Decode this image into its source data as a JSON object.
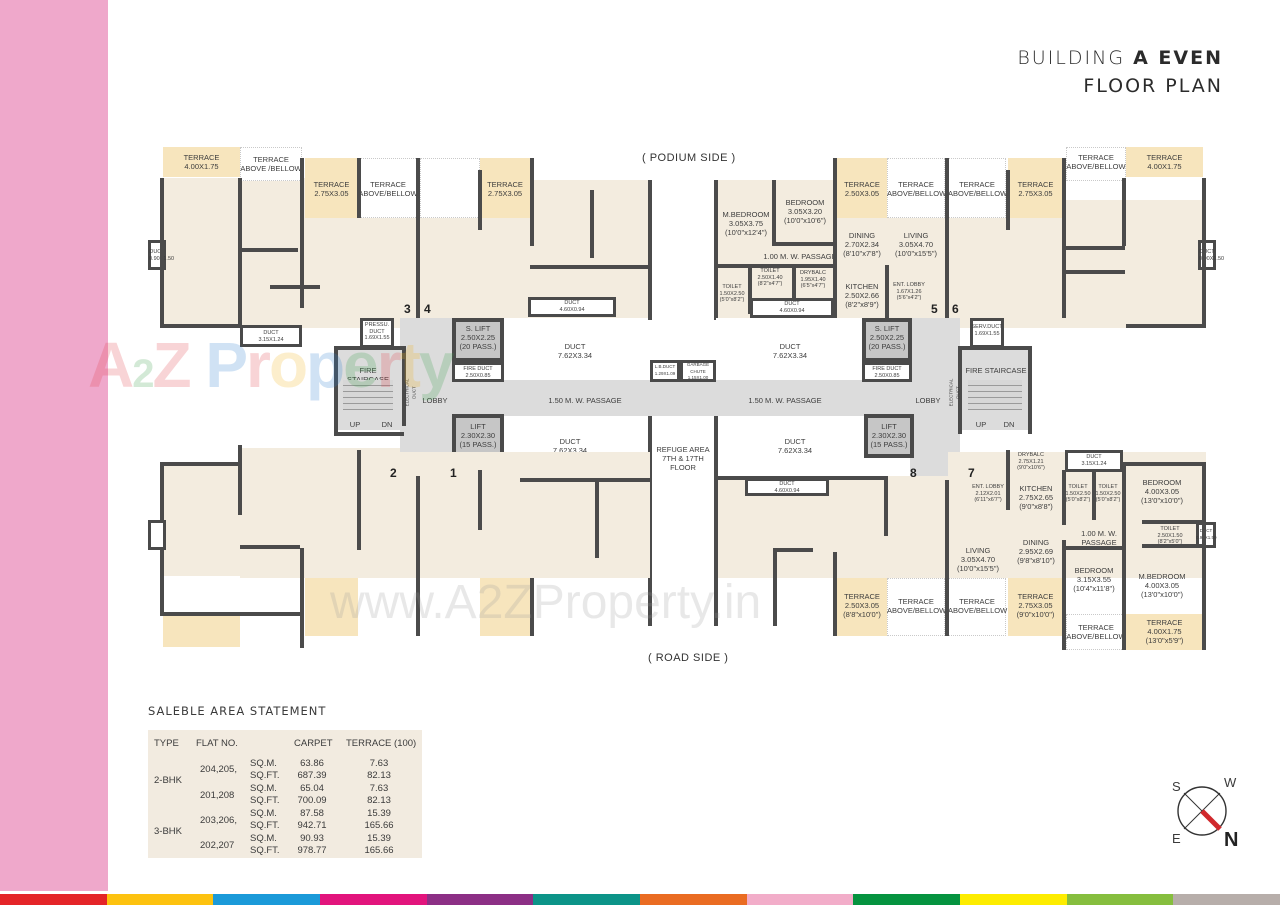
{
  "title": {
    "line1_prefix": "BUILDING ",
    "line1_bold": "A EVEN",
    "line2": "FLOOR PLAN"
  },
  "colors": {
    "sidebar": "#efa8cb",
    "floor": "#f3ecdf",
    "terrace": "#f7e5bd",
    "core": "#dcdcdc",
    "wall": "#4b4b4b",
    "strip": [
      "#e42428",
      "#fdc20f",
      "#1b9ad9",
      "#e2147c",
      "#8c2f85",
      "#0c9488",
      "#ea6c22",
      "#f2adc9",
      "#05933f",
      "#fdec00",
      "#86be3e",
      "#b7aeaa"
    ]
  },
  "plan": {
    "podium_side": "( PODIUM SIDE )",
    "road_side": "( ROAD SIDE )",
    "flat_numbers": [
      "1",
      "2",
      "3",
      "4",
      "5",
      "6",
      "7",
      "8"
    ],
    "core": {
      "lobby_left": "LOBBY",
      "lobby_right": "LOBBY",
      "passage_left": "1.50 M. W. PASSAGE",
      "passage_right": "1.50 M. W. PASSAGE",
      "s_lift_left": "S. LIFT\n2.50X2.25\n(20 PASS.)",
      "s_lift_right": "S. LIFT\n2.50X2.25\n(20 PASS.)",
      "lift_left": "LIFT\n2.30X2.30\n(15 PASS.)",
      "lift_right": "LIFT\n2.30X2.30\n(15 PASS.)",
      "fire_duct_left": "FIRE DUCT\n2.50X0.85",
      "fire_duct_right": "FIRE DUCT\n2.50X0.85",
      "fire_staircase_left": "FIRE STAIRCASE",
      "fire_staircase_right": "FIRE STAIRCASE",
      "up": "UP",
      "dn": "DN",
      "electrical_duct": "ELECTRICAL DUCT",
      "pressu_duct": "PRESSU.\nDUCT\n1.69X1.55",
      "serv_duct": "SERV.DUCT\n1.69X1.55",
      "duct_big": "DUCT\n7.62X3.34",
      "lb_duct": "L.B.DUCT\n1.29X1.09",
      "garbage_chute": "GARBAGE\nCHUTE\n1.15X1.00",
      "refuge_area": "REFUGE AREA\n7TH & 17TH FLOOR"
    },
    "flat_5_labels": {
      "m_bedroom": "M.BEDROOM\n3.05X3.75\n(10'0\"x12'4\")",
      "bedroom": "BEDROOM\n3.05X3.20\n(10'0\"x10'6\")",
      "terrace": "TERRACE\n2.50X3.05",
      "terrace_above": "TERRACE\nABOVE/BELLOW",
      "dining": "DINING\n2.70X2.34\n(8'10\"x7'8\")",
      "living": "LIVING\n3.05X4.70\n(10'0\"x15'5\")",
      "passage": "1.00 M. W. PASSAGE",
      "toilet1": "TOILET\n1.50X2.50\n(5'0\"x8'2\")",
      "toilet2": "TOILET\n2.50X1.40\n(8'2\"x4'7\")",
      "drybalc": "DRYBALC\n1.95X1.40\n(6'5\"x4'7\")",
      "kitchen": "KITCHEN\n2.50X2.66\n(8'2\"x8'9\")",
      "ent_lobby": "ENT. LOBBY\n1.67X1.26\n(5'6\"x4'2\")",
      "duct": "DUCT\n4.60X0.94"
    },
    "flat_7_labels": {
      "drybalc": "DRYBALC\n2.75X1.21\n(9'0\"x10'6\")",
      "duct": "DUCT\n3.15X1.24",
      "ent_lobby": "ENT. LOBBY\n2.12X2.01\n(6'11\"x6'7\")",
      "kitchen": "KITCHEN\n2.75X2.65\n(9'0\"x8'8\")",
      "toilet1": "TOILET\n1.50X2.50\n(5'0\"x8'2\")",
      "toilet2": "TOILET\n1.50X2.50\n(5'0\"x8'2\")",
      "bedroom1": "BEDROOM\n4.00X3.05\n(13'0\"x10'0\")",
      "passage": "1.00 M. W. PASSAGE",
      "toilet3": "TOILET\n2.50X1.50\n(8'2\"x5'0\")",
      "small_duct": "DUCT\n0.90X1.50",
      "living": "LIVING\n3.05X4.70\n(10'0\"x15'5\")",
      "dining": "DINING\n2.95X2.69\n(9'8\"x8'10\")",
      "bedroom2": "BEDROOM\n3.15X3.55\n(10'4\"x11'8\")",
      "m_bedroom": "M.BEDROOM\n4.00X3.05\n(13'0\"x10'0\")",
      "terrace_above1": "TERRACE\nABOVE/BELLOW",
      "terrace1": "TERRACE\n2.75X3.05\n(9'0\"x10'0\")",
      "terrace_above2": "TERRACE\nABOVE/BELLOW",
      "terrace2": "TERRACE\n4.00X1.75\n(13'0\"x5'9\")"
    },
    "flat_8_labels": {
      "duct": "DUCT\n4.60X0.94",
      "terrace": "TERRACE\n2.50X3.05\n(8'8\"x10'0\")",
      "terrace_above": "TERRACE\nABOVE/BELLOW"
    },
    "top_left_labels": {
      "terrace_a": "TERRACE\n4.00X1.75",
      "terrace_above_a": "TERRACE\nABOVE /BELLOW",
      "terrace_b": "TERRACE\n2.75X3.05",
      "terrace_above_b": "TERRACE\nABOVE/BELLOW",
      "terrace_c": "TERRACE\n2.75X3.05",
      "duct_small": "DUCT\n0.90X1.50",
      "duct_a": "DUCT\n3.15X1.24",
      "duct_b": "DUCT\n4.60X0.94"
    },
    "top_right_labels": {
      "terrace_above_a": "TERRACE\nABOVE/BELLOW",
      "terrace_a": "TERRACE\n2.75X3.05",
      "terrace_above_b": "TERRACE\nABOVE/BELLOW",
      "terrace_b": "TERRACE\n4.00X1.75",
      "duct_small": "DUCT\n0.90X1.50"
    }
  },
  "watermark": {
    "logo": [
      "A",
      "2",
      "Z",
      " ",
      "P",
      "r",
      "o",
      "p",
      "e",
      "r",
      "t",
      "y"
    ],
    "url": "www.A2ZProperty.in"
  },
  "area_statement": {
    "title": "SALEBLE AREA STATEMENT",
    "headers": [
      "TYPE",
      "FLAT NO.",
      "",
      "CARPET",
      "TERRACE (100)"
    ],
    "groups": [
      {
        "type": "2-BHK",
        "flats": [
          {
            "flat_no": "204,205,",
            "rows": [
              {
                "unit": "SQ.M.",
                "carpet": "63.86",
                "terrace": "7.63"
              },
              {
                "unit": "SQ.FT.",
                "carpet": "687.39",
                "terrace": "82.13"
              }
            ]
          },
          {
            "flat_no": "201,208",
            "rows": [
              {
                "unit": "SQ.M.",
                "carpet": "65.04",
                "terrace": "7.63"
              },
              {
                "unit": "SQ.FT.",
                "carpet": "700.09",
                "terrace": "82.13"
              }
            ]
          }
        ]
      },
      {
        "type": "3-BHK",
        "flats": [
          {
            "flat_no": "203,206,",
            "rows": [
              {
                "unit": "SQ.M.",
                "carpet": "87.58",
                "terrace": "15.39"
              },
              {
                "unit": "SQ.FT.",
                "carpet": "942.71",
                "terrace": "165.66"
              }
            ]
          },
          {
            "flat_no": "202,207",
            "rows": [
              {
                "unit": "SQ.M.",
                "carpet": "90.93",
                "terrace": "15.39"
              },
              {
                "unit": "SQ.FT.",
                "carpet": "978.77",
                "terrace": "165.66"
              }
            ]
          }
        ]
      }
    ]
  },
  "compass": {
    "s": "S",
    "w": "W",
    "e": "E",
    "n": "N",
    "needle_color": "#d0282c"
  }
}
